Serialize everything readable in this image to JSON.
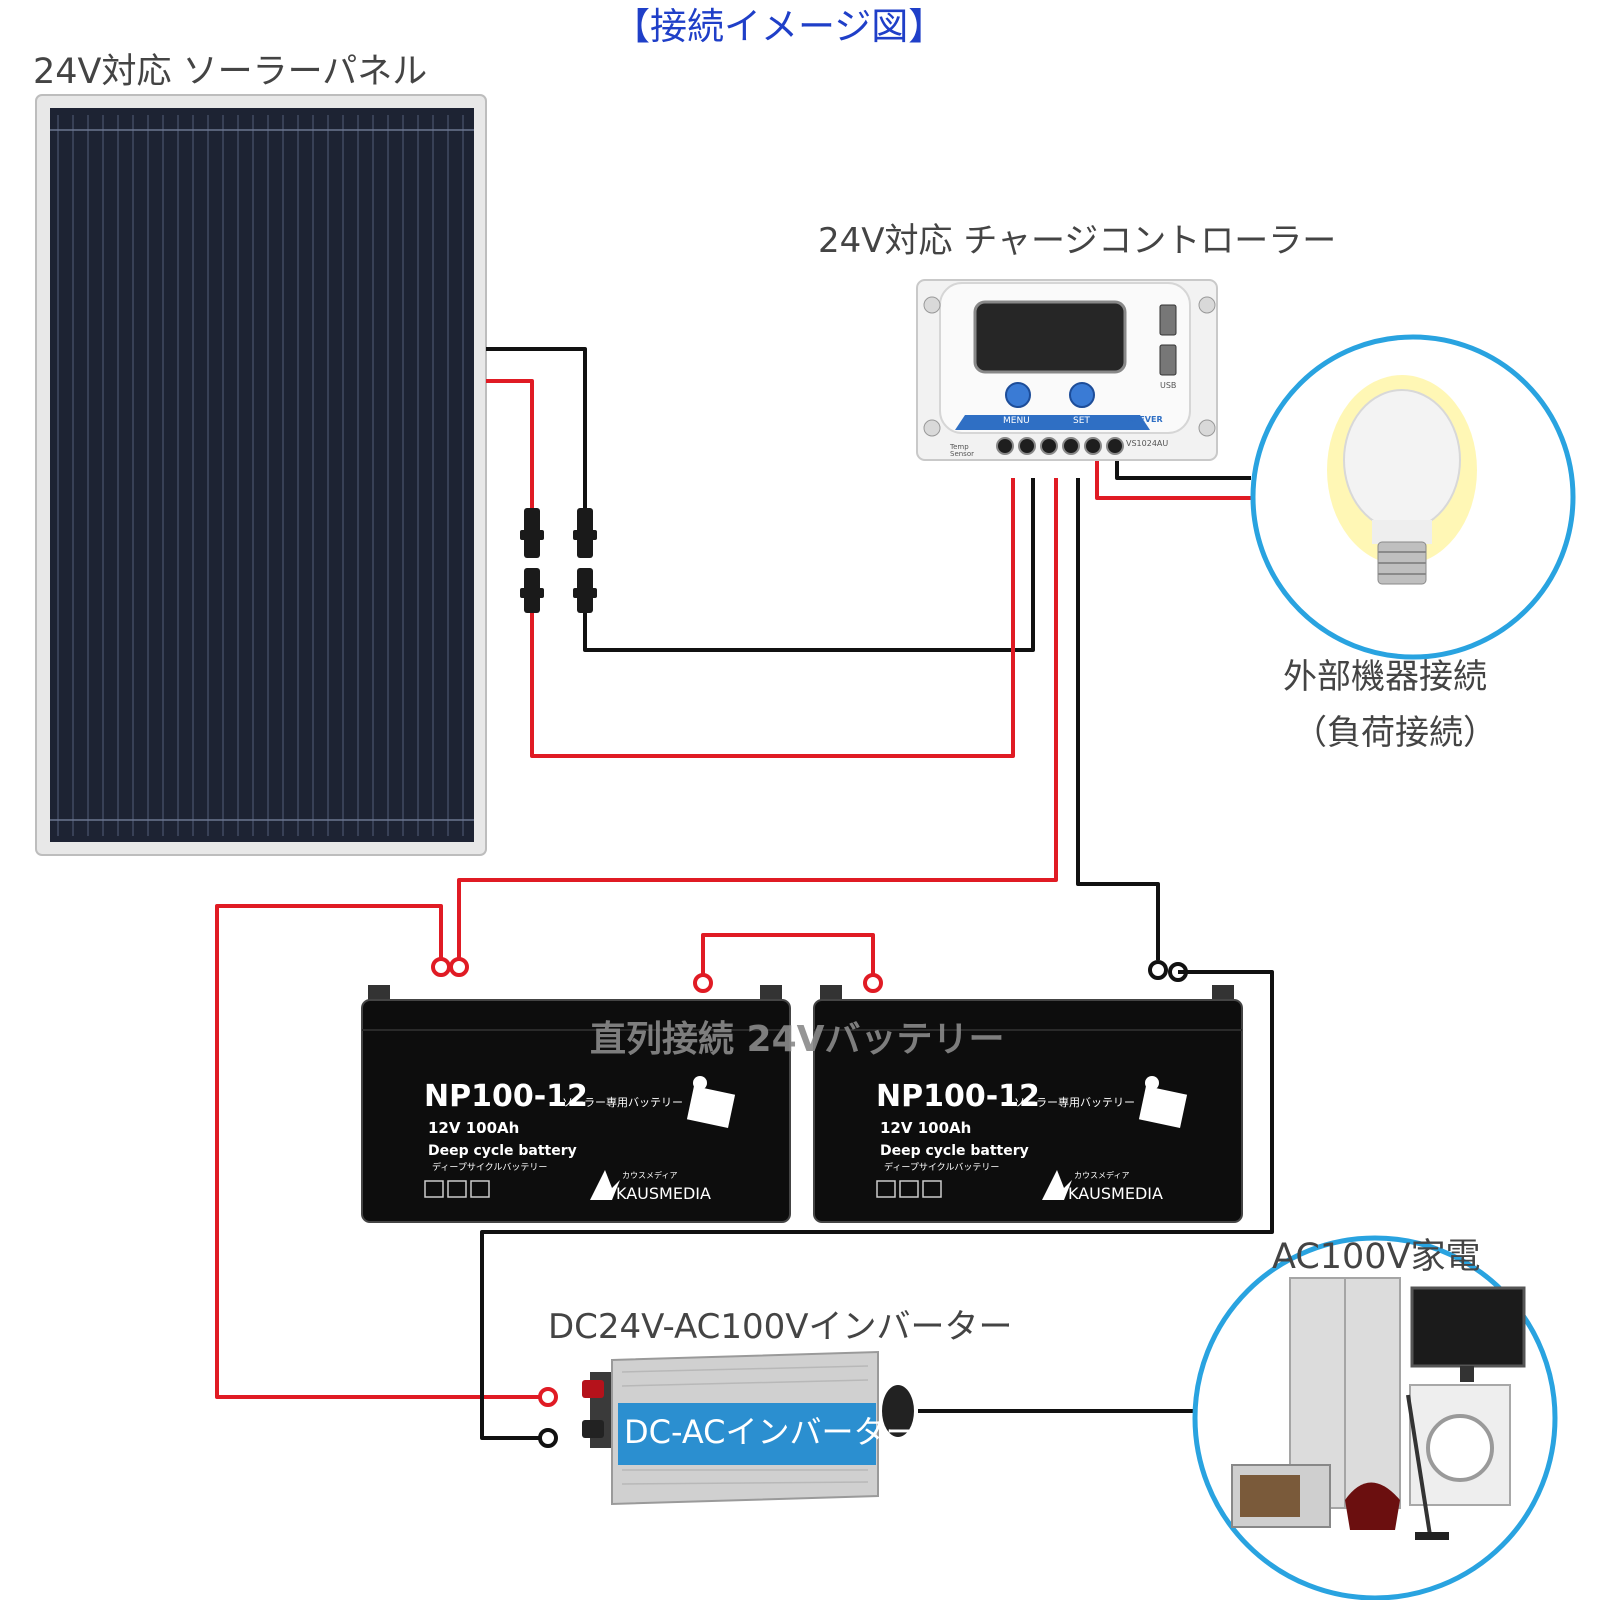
{
  "title": "【接続イメージ図】",
  "colors": {
    "title": "#1f3fc8",
    "label": "#444444",
    "positive_wire": "#e01b24",
    "negative_wire": "#111111",
    "circle_border": "#29a3e0",
    "inverter_band": "#2b8fd0",
    "panel": "#1d2333"
  },
  "solar_panel": {
    "label": "24V対応 ソーラーパネル"
  },
  "charge_controller": {
    "label": "24V対応 チャージコントローラー",
    "menu_label": "MENU",
    "set_label": "SET",
    "brand": "EPEVER",
    "model": "VS1024AU",
    "usb_label": "USB",
    "temp_label": "Temp Sensor"
  },
  "load": {
    "label_line1": "外部機器接続",
    "label_line2": "（負荷接続）",
    "icon": "light-bulb-icon"
  },
  "battery_group": {
    "label": "直列接続 24Vバッテリー",
    "batteries": [
      {
        "model": "NP100-12",
        "model_sub": "ソーラー専用バッテリー",
        "rating": "12V 100Ah",
        "type": "Deep cycle battery",
        "type_sub": "ディープサイクルバッテリー",
        "brand_sub": "カウスメディア",
        "brand": "KAUSMEDIA"
      },
      {
        "model": "NP100-12",
        "model_sub": "ソーラー専用バッテリー",
        "rating": "12V 100Ah",
        "type": "Deep cycle battery",
        "type_sub": "ディープサイクルバッテリー",
        "brand_sub": "カウスメディア",
        "brand": "KAUSMEDIA"
      }
    ]
  },
  "inverter": {
    "label": "DC24V-AC100Vインバーター",
    "body_label": "DC-ACインバーター"
  },
  "appliances": {
    "label": "AC100V家電",
    "icon": "home-appliances-icon"
  }
}
